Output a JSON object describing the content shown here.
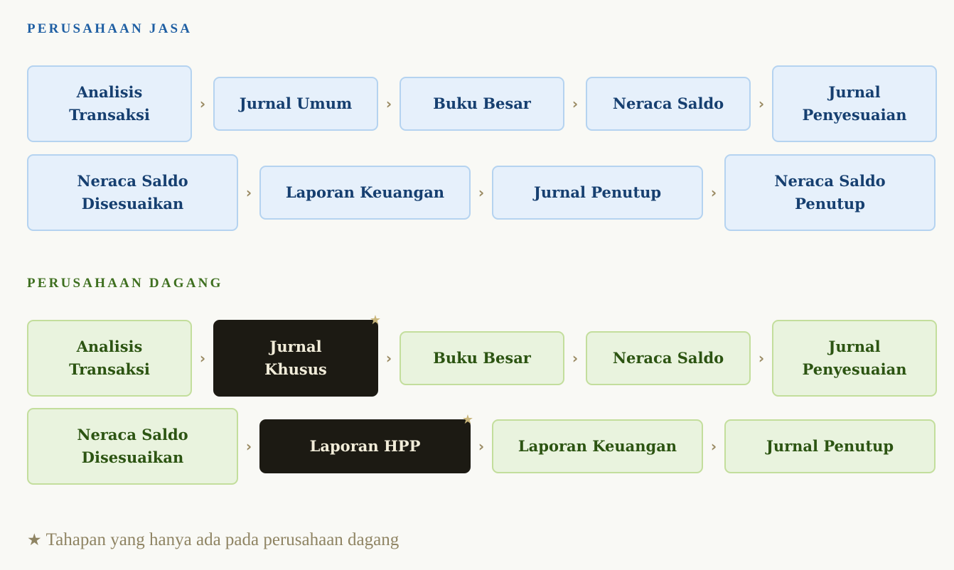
{
  "jasa": {
    "title": "PERUSAHAAN JASA",
    "row1": [
      {
        "label": "Analisis\nTransaksi"
      },
      {
        "label": "Jurnal Umum"
      },
      {
        "label": "Buku Besar"
      },
      {
        "label": "Neraca Saldo"
      },
      {
        "label": "Jurnal\nPenyesuaian"
      }
    ],
    "row2": [
      {
        "label": "Neraca Saldo\nDisesuaikan"
      },
      {
        "label": "Laporan Keuangan"
      },
      {
        "label": "Jurnal Penutup"
      },
      {
        "label": "Neraca Saldo\nPenutup"
      }
    ]
  },
  "dagang": {
    "title": "PERUSAHAAN DAGANG",
    "row1": [
      {
        "label": "Analisis\nTransaksi"
      },
      {
        "label": "Jurnal\nKhusus",
        "special": true
      },
      {
        "label": "Buku Besar"
      },
      {
        "label": "Neraca Saldo"
      },
      {
        "label": "Jurnal\nPenyesuaian"
      }
    ],
    "row2": [
      {
        "label": "Neraca Saldo\nDisesuaikan"
      },
      {
        "label": "Laporan HPP",
        "special": true
      },
      {
        "label": "Laporan Keuangan"
      },
      {
        "label": "Jurnal Penutup"
      }
    ]
  },
  "arrow_glyph": "›",
  "star_glyph": "★",
  "legend": {
    "icon": "star-icon",
    "text": "Tahapan yang hanya ada pada perusahaan dagang"
  },
  "colors": {
    "jasa_title": "#1f5fa3",
    "jasa_box_bg": "#e6f0fb",
    "jasa_box_border": "#b5d3f0",
    "jasa_text": "#163f70",
    "dagang_title": "#3e6f1f",
    "dagang_box_bg": "#e9f3de",
    "dagang_box_border": "#c3de9c",
    "dagang_text": "#2c5412",
    "special_bg": "#1c1a13",
    "special_text": "#f1ecd9",
    "star": "#c9b57a",
    "arrow": "#9a8a62",
    "legend_text": "#8f8463"
  }
}
